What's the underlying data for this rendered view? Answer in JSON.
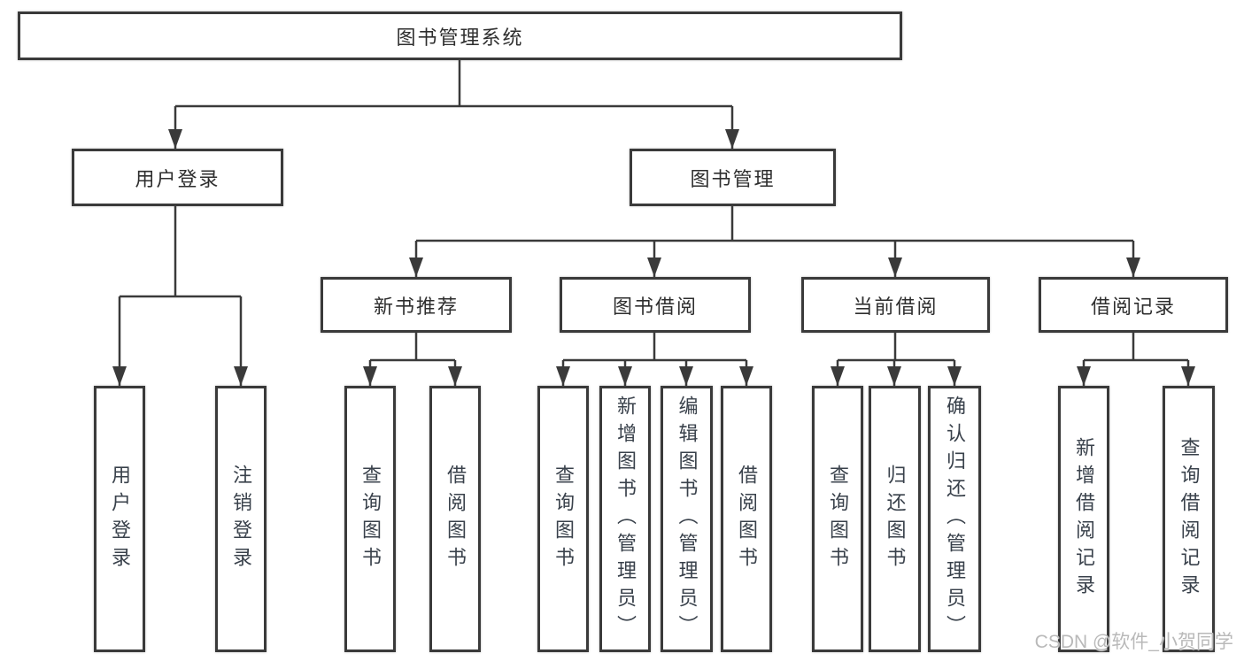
{
  "tree": {
    "root": {
      "label": "图书管理系统"
    },
    "level2": [
      {
        "label": "用户登录",
        "children": [
          "用户登录",
          "注销登录"
        ]
      },
      {
        "label": "图书管理"
      }
    ],
    "level3": [
      {
        "label": "新书推荐",
        "children": [
          "查询图书",
          "借阅图书"
        ]
      },
      {
        "label": "图书借阅",
        "children": [
          "查询图书",
          "新增图书（管理员）",
          "编辑图书（管理员）",
          "借阅图书"
        ]
      },
      {
        "label": "当前借阅",
        "children": [
          "查询图书",
          "归还图书",
          "确认归还（管理员）"
        ]
      },
      {
        "label": "借阅记录",
        "children": [
          "新增借阅记录",
          "查询借阅记录"
        ]
      }
    ]
  },
  "watermark": "CSDN @软件_小贺同学",
  "colors": {
    "line": "#3a3a3a",
    "box_border": "#3a3a3a",
    "header_text": "#2e2e2e",
    "leaf_text": "#39414b",
    "watermark": "#b9b9b9",
    "background": "#ffffff"
  }
}
